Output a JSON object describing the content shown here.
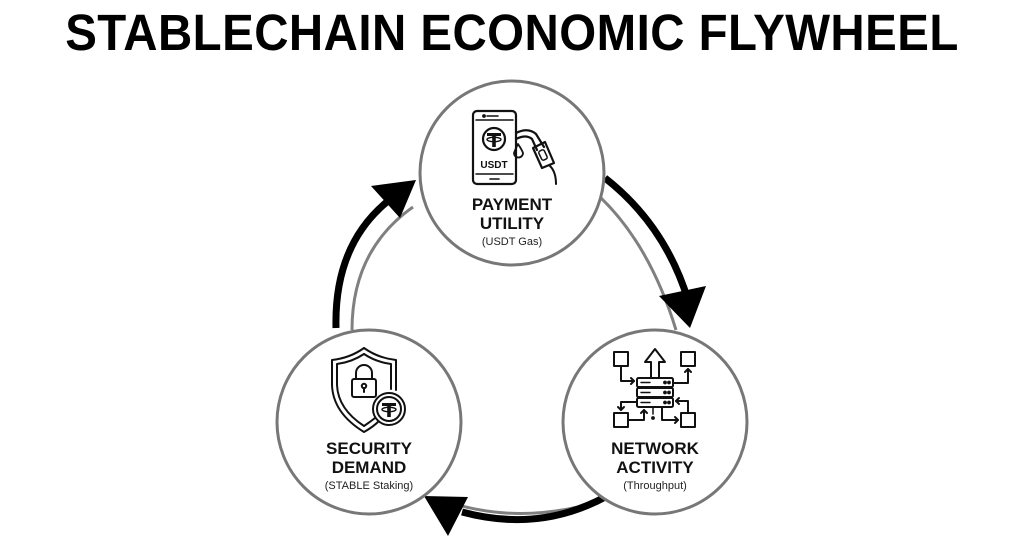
{
  "title": "STABLECHAIN ECONOMIC FLYWHEEL",
  "colors": {
    "background": "#ffffff",
    "text": "#111111",
    "circle_stroke": "#777777",
    "arrow": "#000000",
    "inner_track": "#808080"
  },
  "nodes": [
    {
      "id": "payment-utility",
      "title_line1": "PAYMENT",
      "title_line2": "UTILITY",
      "subtitle": "(USDT Gas)",
      "icon": "smartphone-usdt-fuel-pump-icon",
      "icon_text": "USDT"
    },
    {
      "id": "network-activity",
      "title_line1": "NETWORK",
      "title_line2": "ACTIVITY",
      "subtitle": "(Throughput)",
      "icon": "server-network-flow-icon"
    },
    {
      "id": "security-demand",
      "title_line1": "SECURITY",
      "title_line2": "DEMAND",
      "subtitle": "(STABLE Staking)",
      "icon": "shield-lock-tether-coin-icon"
    }
  ],
  "flow": [
    {
      "from": "payment-utility",
      "to": "network-activity",
      "direction": "clockwise"
    },
    {
      "from": "network-activity",
      "to": "security-demand",
      "direction": "clockwise"
    },
    {
      "from": "security-demand",
      "to": "payment-utility",
      "direction": "clockwise"
    }
  ]
}
